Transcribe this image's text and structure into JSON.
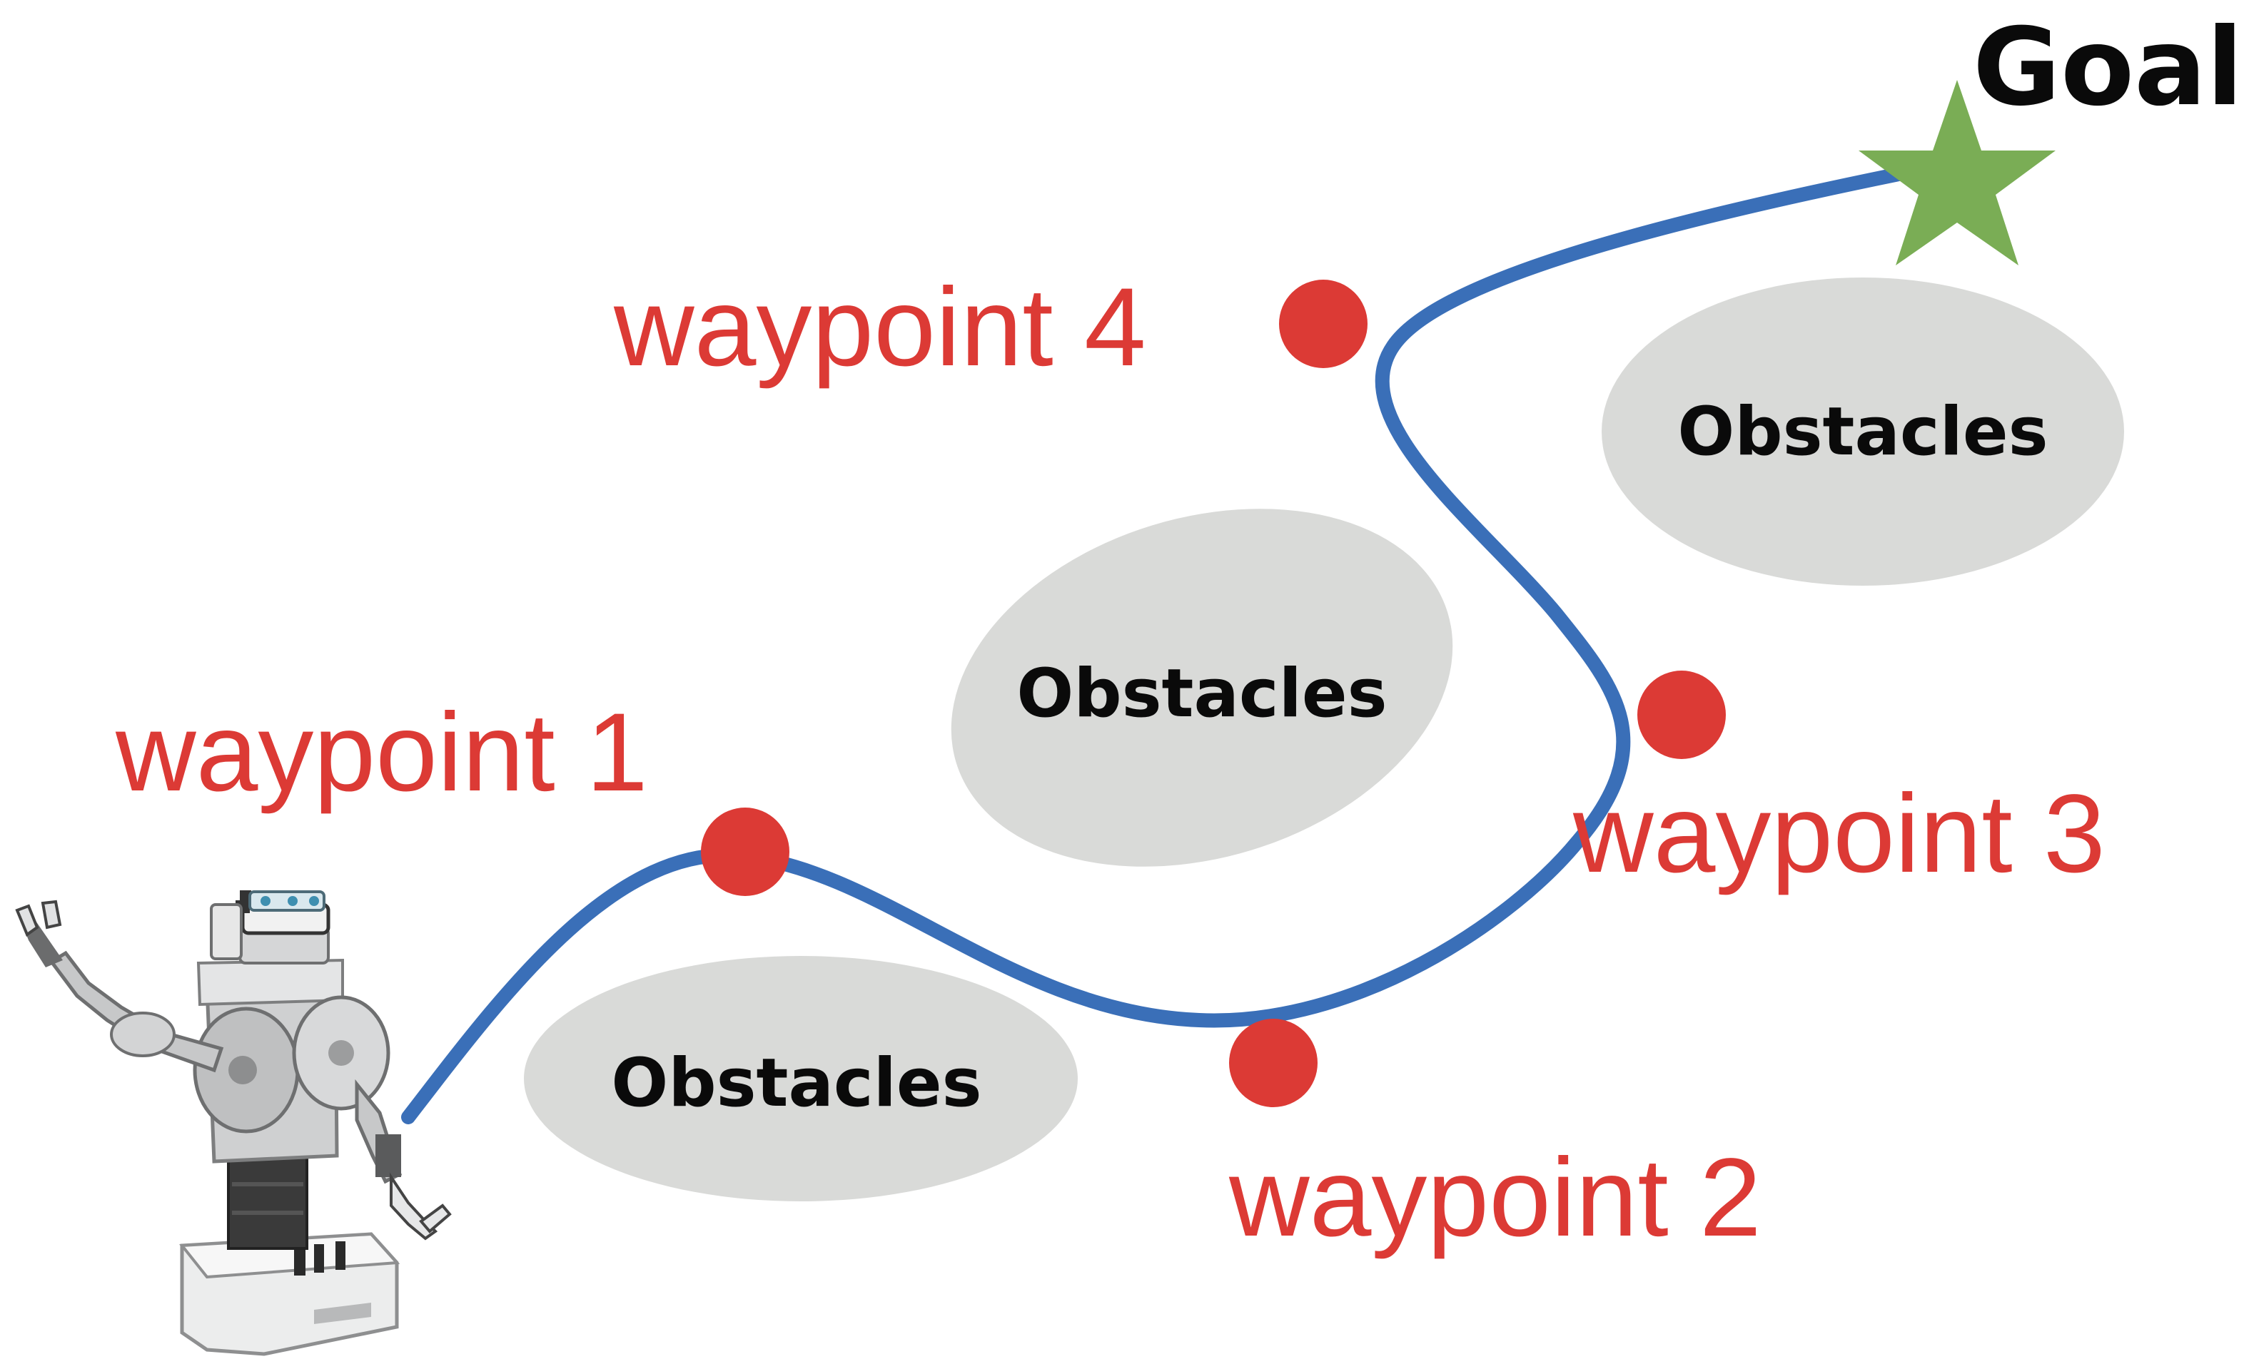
{
  "colors": {
    "path": "#3a6fb8",
    "waypoint": "#dc3a35",
    "obstacle_fill": "#d9dad8",
    "goal_star": "#7aad55"
  },
  "obstacles": [
    {
      "label": "Obstacles"
    },
    {
      "label": "Obstacles"
    },
    {
      "label": "Obstacles"
    }
  ],
  "waypoints": [
    {
      "label": "waypoint 1"
    },
    {
      "label": "waypoint 2"
    },
    {
      "label": "waypoint 3"
    },
    {
      "label": "waypoint 4"
    }
  ],
  "goal": {
    "label": "Goal",
    "icon": "star-icon"
  },
  "robot": {
    "icon": "robot-icon"
  }
}
